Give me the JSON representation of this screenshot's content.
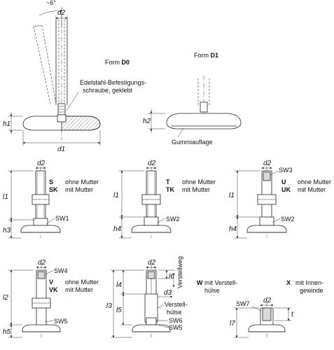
{
  "top": {
    "angle": "~6°",
    "form_d0": {
      "prefix": "Form ",
      "code": "D0"
    },
    "form_d1": {
      "prefix": "Form ",
      "code": "D1"
    },
    "screw_line1": "Edelstahl-Befestigungs-",
    "screw_line2": "schraube, geklebt",
    "rubber": "Gummiauflage",
    "d2": "d2",
    "d1": "d1",
    "h1": "h1",
    "h2": "h2"
  },
  "variants": [
    {
      "code1": "S",
      "text1": "ohne Mutter",
      "code2": "SK",
      "text2": "mit Mutter"
    },
    {
      "code1": "T",
      "text1": "ohne Mutter",
      "code2": "TK",
      "text2": "mit Mutter"
    },
    {
      "code1": "U",
      "text1": "ohne Mutter",
      "code2": "UK",
      "text2": "mit Mutter"
    },
    {
      "code1": "V",
      "text1": "ohne Mutter",
      "code2": "VK",
      "text2": "mit Mutter"
    }
  ],
  "variant_w": {
    "code": "W",
    "line1": "mit Verstell-",
    "line2": "hülse"
  },
  "variant_x": {
    "code": "X",
    "line1": "mit Innen-",
    "line2": "gewinde"
  },
  "dims": {
    "d2": "d2",
    "d3": "d3",
    "l1": "l1",
    "l2": "l2",
    "l3": "l3",
    "l4": "l4",
    "l5": "l5",
    "l6": "l6",
    "l7": "l7",
    "h3": "h3",
    "h4": "h4",
    "h5": "h5",
    "t": "t",
    "sw1": "SW1",
    "sw2": "SW2",
    "sw3": "SW3",
    "sw4": "SW4",
    "sw5": "SW5",
    "sw6": "SW6",
    "sw7": "SW7"
  },
  "labels_w": {
    "verstellweg": "Verstellweg",
    "huelse1": "Verstell-",
    "huelse2": "hülse"
  }
}
